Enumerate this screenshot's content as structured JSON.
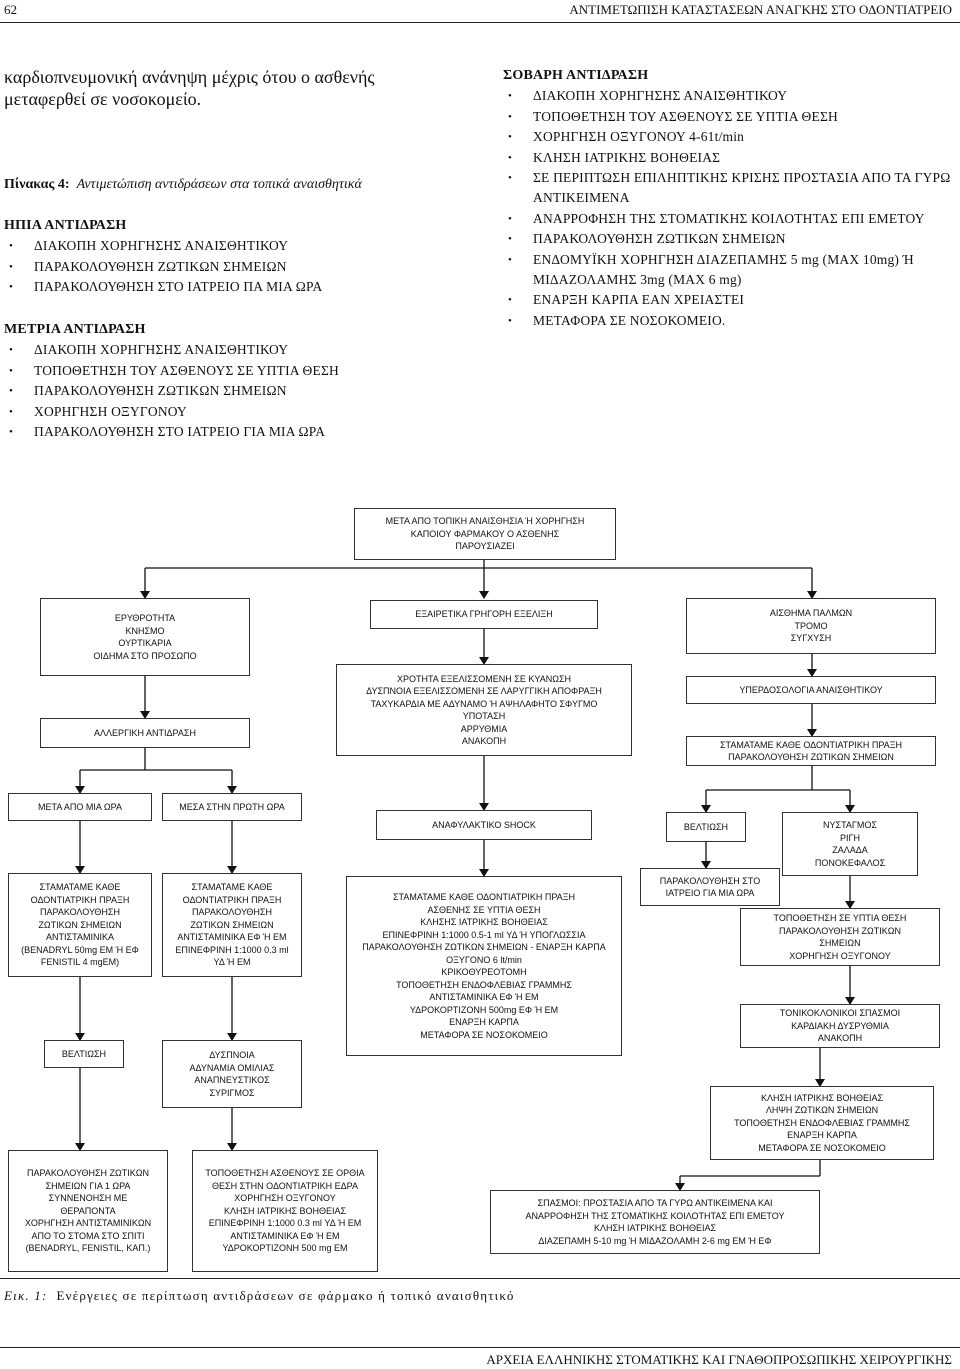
{
  "header": {
    "page_number": "62",
    "running_title": "ΑΝΤΙΜΕΤΩΠΙΣΗ ΚΑΤΑΣΤΑΣΕΩΝ ΑΝΑΓΚΗΣ ΣΤΟ ΟΔΟΝΤΙΑΤΡΕΙΟ"
  },
  "intro": {
    "line1": "καρδιοπνευμονική ανάνηψη μέχρις ότου ο ασθενής",
    "line2": "μεταφερθεί σε νοσοκομείο."
  },
  "table_caption": {
    "label": "Πίνακας 4:",
    "text": "Αντιμετώπιση αντιδράσεων στα τοπικά αναισθητικά"
  },
  "mild": {
    "title": "ΗΠΙΑ ΑΝΤΙΔΡΑΣΗ",
    "items": [
      "ΔΙΑΚΟΠΗ ΧΟΡΗΓΗΣΗΣ ΑΝΑΙΣΘΗΤΙΚΟΥ",
      "ΠΑΡΑΚΟΛΟΥΘΗΣΗ ΖΩΤΙΚΩΝ ΣΗΜΕΙΩΝ",
      "ΠΑΡΑΚΟΛΟΥΘΗΣΗ ΣΤΟ ΙΑΤΡΕΙΟ ΠΑ ΜΙΑ ΩΡΑ"
    ]
  },
  "moderate": {
    "title": "ΜΕΤΡΙΑ ΑΝΤΙΔΡΑΣΗ",
    "items": [
      "ΔΙΑΚΟΠΗ ΧΟΡΗΓΗΣΗΣ ΑΝΑΙΣΘΗΤΙΚΟΥ",
      "ΤΟΠΟΘΕΤΗΣΗ ΤΟΥ ΑΣΘΕΝΟΥΣ ΣΕ ΥΠΤΙΑ ΘΕΣΗ",
      "ΠΑΡΑΚΟΛΟΥΘΗΣΗ ΖΩΤΙΚΩΝ ΣΗΜΕΙΩΝ",
      "ΧΟΡΗΓΗΣΗ ΟΞΥΓΟΝΟΥ",
      "ΠΑΡΑΚΟΛΟΥΘΗΣΗ ΣΤΟ ΙΑΤΡΕΙΟ ΓΙΑ ΜΙΑ ΩΡΑ"
    ]
  },
  "severe": {
    "title": "ΣΟΒΑΡΗ ΑΝΤΙΔΡΑΣΗ",
    "items": [
      "ΔΙΑΚΟΠΗ ΧΟΡΗΓΗΣΗΣ ΑΝΑΙΣΘΗΤΙΚΟΥ",
      "ΤΟΠΟΘΕΤΗΣΗ ΤΟΥ ΑΣΘΕΝΟΥΣ ΣΕ ΥΠΤΙΑ ΘΕΣΗ",
      "ΧΟΡΗΓΗΣΗ ΟΞΥΓΟΝΟΥ 4-61t/min",
      "ΚΛΗΣΗ ΙΑΤΡΙΚΗΣ ΒΟΗΘΕΙΑΣ",
      "ΣΕ ΠΕΡΙΠΤΩΣΗ ΕΠΙΛΗΠΤΙΚΗΣ ΚΡΙΣΗΣ ΠΡΟΣΤΑΣΙΑ ΑΠΟ ΤΑ ΓΥΡΩ ΑΝΤΙΚΕΙΜΕΝΑ",
      "ΑΝΑΡΡΟΦΗΣΗ ΤΗΣ ΣΤΟΜΑΤΙΚΗΣ ΚΟΙΛΟΤΗΤΑΣ ΕΠΙ ΕΜΕΤΟΥ",
      "ΠΑΡΑΚΟΛΟΥΘΗΣΗ ΖΩΤΙΚΩΝ ΣΗΜΕΙΩΝ",
      "ΕΝΔΟΜΥΪΚΗ ΧΟΡΗΓΗΣΗ ΔΙΑΖΕΠΑΜΗΣ 5 mg (MAX 10mg) Ή ΜΙΔΑΖΟΛΑΜΗΣ 3mg (MAX 6 mg)",
      "ΕΝΑΡΞΗ ΚΑΡΠΑ ΕΑΝ ΧΡΕΙΑΣΤΕΙ",
      "ΜΕΤΑΦΟΡΑ ΣΕ ΝΟΣΟΚΟΜΕΙΟ."
    ]
  },
  "flowchart": {
    "top": "ΜΕΤΑ ΑΠΟ ΤΟΠΙΚΗ ΑΝΑΙΣΘΗΣΙΑ Ή ΧΟΡΗΓΗΣΗ\nΚΑΠΟΙΟΥ ΦΑΡΜΑΚΟΥ Ο ΑΣΘΕΝΗΣ\nΠΑΡΟΥΣΙΑΖΕΙ",
    "allergy_signs": "ΕΡΥΘΡΟΤΗΤΑ\nΚΝΗΣΜΟ\nΟΥΡΤΙΚΑΡΙΑ\nΟΙΔΗΜΑ ΣΤΟ ΠΡΟΣΩΠΟ",
    "allergy": "ΑΛΛΕΡΓΙΚΗ ΑΝΤΙΔΡΑΣΗ",
    "after_hour": "ΜΕΤΑ ΑΠΟ ΜΙΑ ΩΡΑ",
    "within_hour": "ΜΕΣΑ ΣΤΗΝ ΠΡΩΤΗ ΩΡΑ",
    "after_hour_action": "ΣΤΑΜΑΤΑΜΕ ΚΑΘΕ\nΟΔΟΝΤΙΑΤΡΙΚΗ ΠΡΑΞΗ\nΠΑΡΑΚΟΛΟΥΘΗΣΗ\nΖΩΤΙΚΩΝ ΣΗΜΕΙΩΝ\nΑΝΤΙΣΤΑΜΙΝΙΚΑ\n(BENADRYL 50mg ΕΜ Ή ΕΦ\nFENISTIL 4 mgEM)",
    "within_hour_action": "ΣΤΑΜΑΤΑΜΕ ΚΑΘΕ\nΟΔΟΝΤΙΑΤΡΙΚΗ ΠΡΑΞΗ\nΠΑΡΑΚΟΛΟΥΘΗΣΗ\nΖΩΤΙΚΩΝ ΣΗΜΕΙΩΝ\nΑΝΤΙΣΤΑΜΙΝΙΚΑ ΕΦ Ή ΕΜ\nΕΠΙΝΕΦΡΙΝΗ 1:1000 0.3 ml\nΥΔ Ή ΕΜ",
    "improvement": "ΒΕΛΤΙΩΣΗ",
    "dyspnoea": "ΔΥΣΠΝΟΙΑ\nΑΔΥΝΑΜΙΑ ΟΜΙΛΙΑΣ\nΑΝΑΠΝΕΥΣΤΙΚΟΣ\nΣΥΡΙΓΜΟΣ",
    "monitor_left": "ΠΑΡΑΚΟΛΟΥΘΗΣΗ ΖΩΤΙΚΩΝ\nΣΗΜΕΙΩΝ ΓΙΑ 1 ΩΡΑ\nΣΥΝΝΕΝΟΗΣΗ ΜΕ\nΘΕΡΑΠΟΝΤΑ\nΧΟΡΗΓΗΣΗ ΑΝΤΙΣΤΑΜΙΝΙΚΩΝ\nΑΠΟ ΤΟ ΣΤΟΜΑ ΣΤΟ ΣΠΙΤΙ\n(BENADRYL, FENISTIL, ΚΑΠ.)",
    "position_left": "ΤΟΠΟΘΕΤΗΣΗ ΑΣΘΕΝΟΥΣ ΣΕ ΟΡΘΙΑ\nΘΕΣΗ ΣΤΗΝ ΟΔΟΝΤΙΑΤΡΙΚΗ ΕΔΡΑ\nΧΟΡΗΓΗΣΗ ΟΞΥΓΟΝΟΥ\nΚΛΗΣΗ ΙΑΤΡΙΚΗΣ ΒΟΗΘΕΙΑΣ\nΕΠΙΝΕΦΡΙΝΗ 1:1000 0.3 ml ΥΔ Ή ΕΜ\nΑΝΤΙΣΤΑΜΙΝΙΚΑ ΕΦ Ή ΕΜ\nΥΔΡΟΚΟΡΤΙΖΟΝΗ 500 mg ΕΜ",
    "rapid": "ΕΞΑΙΡΕΤΙΚΑ ΓΡΗΓΟΡΗ ΕΞΕΛΙΞΗ",
    "rapid_signs": "ΧΡΟΤΗΤΑ ΕΞΕΛΙΣΣΟΜΕΝΗ ΣΕ ΚΥΑΝΩΣΗ\nΔΥΣΠΝΟΙΑ ΕΞΕΛΙΣΣΟΜΕΝΗ ΣΕ ΛΑΡΥΓΓΙΚΗ ΑΠΟΦΡΑΞΗ\nΤΑΧΥΚΑΡΔΙΑ ΜΕ ΑΔΥΝΑΜΟ Ή ΑΨΗΛΑΦΗΤΟ ΣΦΥΓΜΟ\nΥΠΟΤΑΣΗ\nΑΡΡΥΘΜΙΑ\nΑΝΑΚΟΠΗ",
    "shock": "ΑΝΑΦΥΛΑΚΤΙΚΟ SHOCK",
    "shock_action": "ΣΤΑΜΑΤΑΜΕ ΚΑΘΕ ΟΔΟΝΤΙΑΤΡΙΚΗ ΠΡΑΞΗ\nΑΣΘΕΝΗΣ ΣΕ ΥΠΤΙΑ ΘΕΣΗ\nΚΛΗΣΗΣ ΙΑΤΡΙΚΗΣ ΒΟΗΘΕΙΑΣ\nΕΠΙΝΕΦΡΙΝΗ 1:1000 0.5-1 ml ΥΔ Ή ΥΠΟΓΛΩΣΣΙΑ\nΠΑΡΑΚΟΛΟΥΘΗΣΗ ΖΩΤΙΚΩΝ ΣΗΜΕΙΩΝ - ΕΝΑΡΞΗ ΚΑΡΠΑ\nΟΞΥΓΟΝΟ 6 lt/min\nΚΡΙΚΟΘΥΡΕΟΤΟΜΗ\nΤΟΠΟΘΕΤΗΣΗ ΕΝΔΟΦΛΕΒΙΑΣ ΓΡΑΜΜΗΣ\nΑΝΤΙΣΤΑΜΙΝΙΚΑ ΕΦ Ή ΕΜ\nΥΔΡΟΚΟΡΤΙΖΟΝΗ 500mg ΕΦ Ή ΕΜ\nΕΝΑΡΞΗ ΚΑΡΠΑ\nΜΕΤΑΦΟΡΑ ΣΕ ΝΟΣΟΚΟΜΕΙΟ",
    "palpitations": "ΑΙΣΘΗΜΑ ΠΑΛΜΩΝ\nΤΡΟΜΟ\nΣΥΓΧΥΣΗ",
    "overdose": "ΥΠΕΡΔΟΣΟΛΟΓΙΑ ΑΝΑΙΣΘΗΤΙΚΟΥ",
    "stop_right": "ΣΤΑΜΑΤΑΜΕ ΚΑΘΕ ΟΔΟΝΤΙΑΤΡΙΚΗ ΠΡΑΞΗ\nΠΑΡΑΚΟΛΟΥΘΗΣΗ ΖΩΤΙΚΩΝ ΣΗΜΕΙΩΝ",
    "improvement_right": "ΒΕΛΤΙΩΣΗ",
    "nystagmus": "ΝΥΣΤΑΓΜΟΣ\nΡΙΓΗ\nΖΑΛΑΔΑ\nΠΟΝΟΚΕΦΑΛΟΣ",
    "monitor_right": "ΠΑΡΑΚΟΛΟΥΘΗΣΗ ΣΤΟ\nΙΑΤΡΕΙΟ ΓΙΑ ΜΙΑ ΩΡΑ",
    "position_right": "ΤΟΠΟΘΕΤΗΣΗ ΣΕ ΥΠΤΙΑ ΘΕΣΗ\nΠΑΡΑΚΟΛΟΥΘΗΣΗ ΖΩΤΙΚΩΝ\nΣΗΜΕΙΩΝ\nΧΟΡΗΓΗΣΗ ΟΞΥΓΟΝΟΥ",
    "seizures": "ΤΟΝΙΚΟΚΛΟΝΙΚΟΙ ΣΠΑΣΜΟΙ\nΚΑΡΔΙΑΚΗ ΔΥΣΡΥΘΜΙΑ\nΑΝΑΚΟΠΗ",
    "call_help": "ΚΛΗΣΗ ΙΑΤΡΙΚΗΣ ΒΟΗΘΕΙΑΣ\nΛΗΨΗ ΖΩΤΙΚΩΝ ΣΗΜΕΙΩΝ\nΤΟΠΟΘΕΤΗΣΗ ΕΝΔΟΦΛΕΒΙΑΣ ΓΡΑΜΜΗΣ\nΕΝΑΡΞΗ ΚΑΡΠΑ\nΜΕΤΑΦΟΡΑ ΣΕ ΝΟΣΟΚΟΜΕΙΟ",
    "spasms": "ΣΠΑΣΜΟΙ: ΠΡΟΣΤΑΣΙΑ ΑΠΟ ΤΑ ΓΥΡΩ ΑΝΤΙΚΕΙΜΕΝΑ ΚΑΙ\nΑΝΑΡΡΟΦΗΣΗ ΤΗΣ ΣΤΟΜΑΤΙΚΗΣ ΚΟΙΛΟΤΗΤΑΣ ΕΠΙ ΕΜΕΤΟΥ\nΚΛΗΣΗ ΙΑΤΡΙΚΗΣ ΒΟΗΘΕΙΑΣ\nΔΙΑΖΕΠΑΜΗ 5-10 mg Ή ΜΙΔΑΖΟΛΑΜΗ 2-6 mg ΕΜ Ή ΕΦ"
  },
  "figure_caption": {
    "label": "Εικ. 1:",
    "text": "Ενέργειες σε περίπτωση αντιδράσεων σε φάρμακο ή τοπικό αναισθητικό"
  },
  "footer": "ΑΡΧΕΙΑ ΕΛΛΗΝΙΚΗΣ ΣΤΟΜΑΤΙΚΗΣ ΚΑΙ ΓΝΑΘΟΠΡΟΣΩΠΙΚΗΣ ΧΕΙΡΟΥΡΓΙΚΗΣ"
}
